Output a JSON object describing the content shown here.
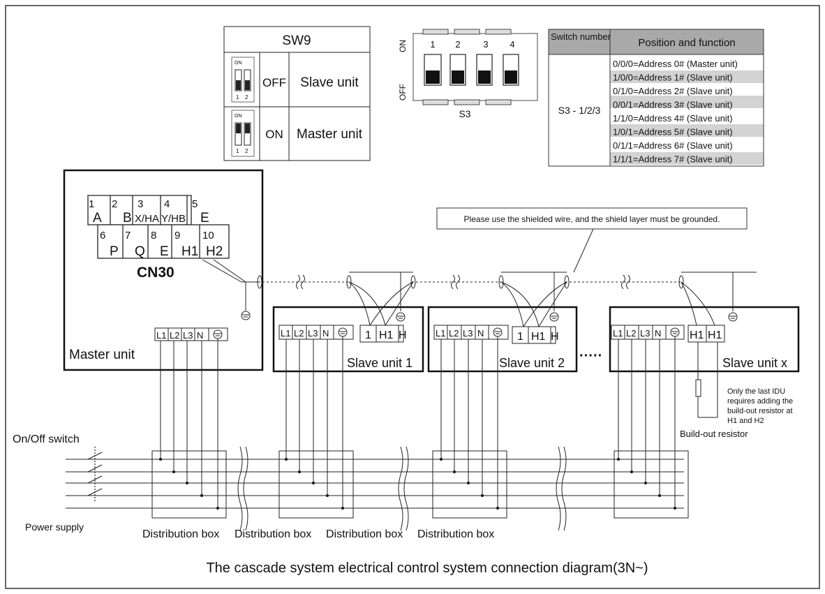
{
  "sw9": {
    "title": "SW9",
    "rows": [
      {
        "state": "OFF",
        "role": "Slave unit"
      },
      {
        "state": "ON",
        "role": "Master unit"
      }
    ],
    "switch_on": "ON",
    "switch_n1": "1",
    "switch_n2": "2"
  },
  "s3": {
    "on_label": "ON",
    "off_label": "OFF",
    "numbers": [
      "1",
      "2",
      "3",
      "4"
    ],
    "name": "S3"
  },
  "table": {
    "header_col1": "Switch number",
    "header_col2": "Position and function",
    "switch_label": "S3 - 1/2/3",
    "rows": [
      "0/0/0=Address 0# (Master unit)",
      "1/0/0=Address 1# (Slave unit)",
      "0/1/0=Address 2# (Slave unit)",
      "0/0/1=Address 3# (Slave unit)",
      "1/1/0=Address 4# (Slave unit)",
      "1/0/1=Address 5# (Slave unit)",
      "0/1/1=Address 6# (Slave unit)",
      "1/1/1=Address 7# (Slave unit)"
    ]
  },
  "cn30": {
    "name": "CN30",
    "top_row": [
      {
        "num": "1",
        "sig": "A"
      },
      {
        "num": "2",
        "sig": "B"
      },
      {
        "num": "3",
        "sig": "X/HA"
      },
      {
        "num": "4",
        "sig": "Y/HB"
      },
      {
        "num": "5",
        "sig": "E"
      }
    ],
    "bottom_row": [
      {
        "num": "6",
        "sig": "P"
      },
      {
        "num": "7",
        "sig": "Q"
      },
      {
        "num": "8",
        "sig": "E"
      },
      {
        "num": "9",
        "sig": "H1"
      },
      {
        "num": "10",
        "sig": "H2"
      }
    ]
  },
  "power_terminals": [
    "L1",
    "L2",
    "L3",
    "N"
  ],
  "units": {
    "master": "Master unit",
    "slave1": "Slave unit 1",
    "slave2": "Slave unit 2",
    "slavex": "Slave unit x",
    "dots": "·····"
  },
  "comm_terminals": {
    "s1": [
      "1",
      "H1",
      "H"
    ],
    "s2": [
      "1",
      "H1",
      "H"
    ],
    "sx": [
      "H1",
      "H1"
    ]
  },
  "notes": {
    "shielded": "Please use the shielded wire, and the shield layer must be grounded.",
    "resistor_note": [
      "Only the last IDU",
      "requires adding the",
      "build-out resistor at",
      "H1 and H2"
    ],
    "resistor_label": "Build-out resistor",
    "onoff": "On/Off switch",
    "power": "Power supply",
    "dist_box": "Distribution box"
  },
  "caption": "The cascade system electrical control system connection diagram(3N~)"
}
